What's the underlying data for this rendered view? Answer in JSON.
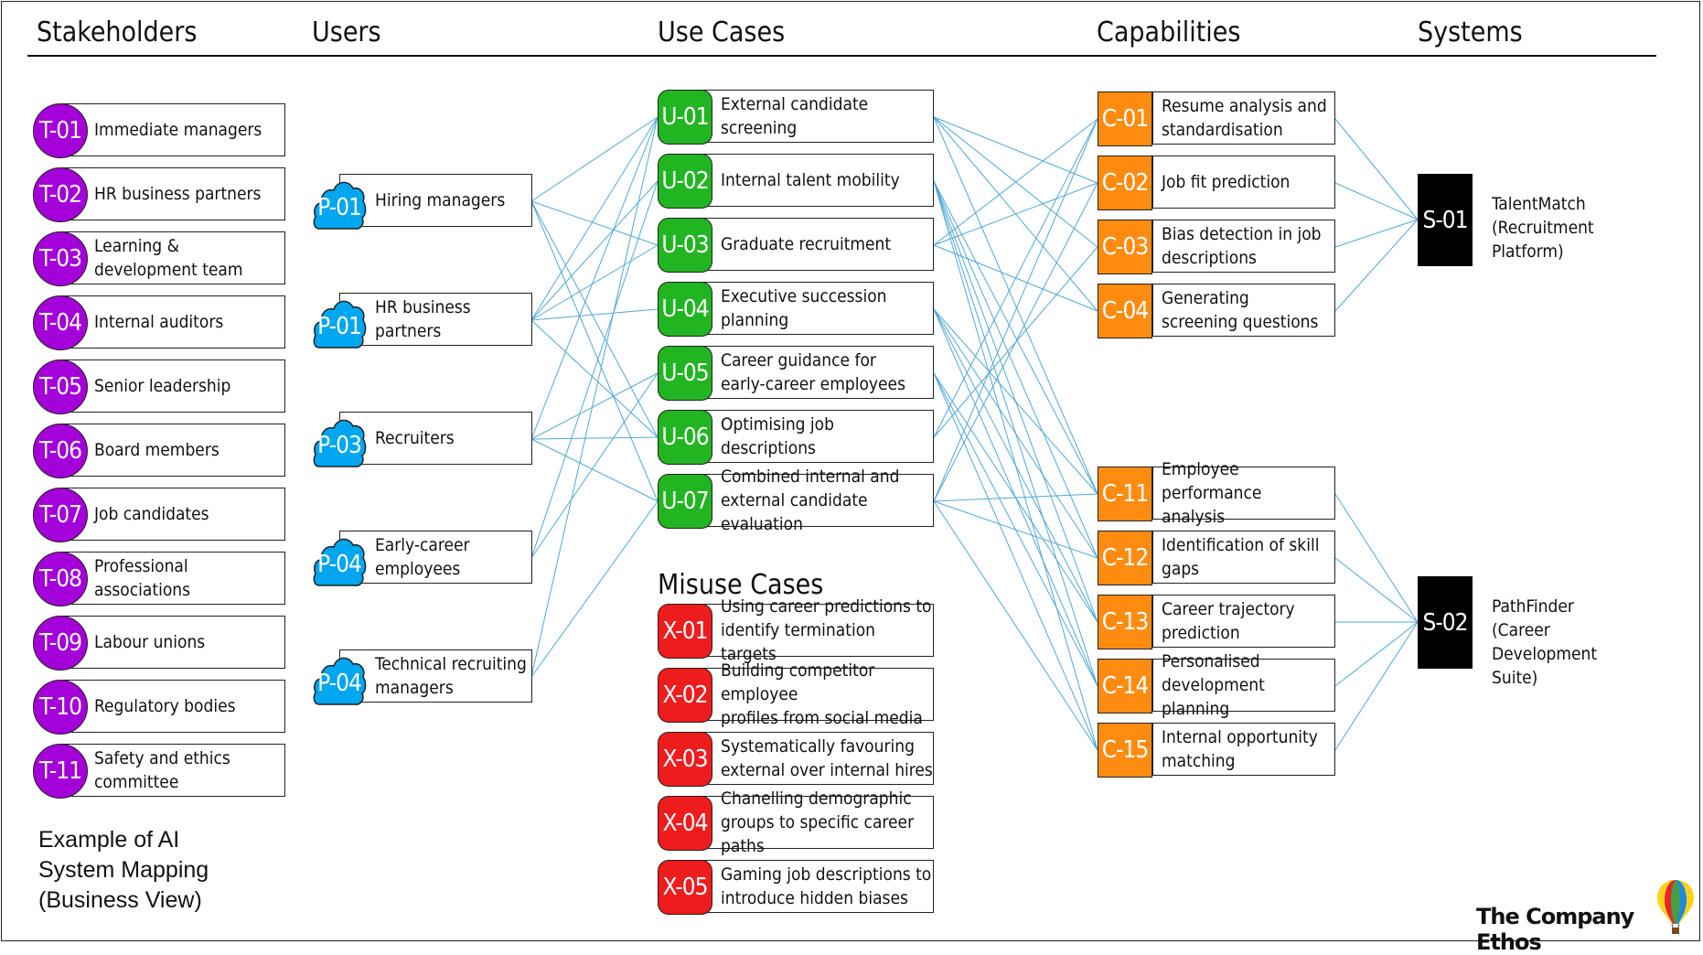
{
  "headers": {
    "stakeholders": "Stakeholders",
    "users": "Users",
    "use_cases": "Use Cases",
    "capabilities": "Capabilities",
    "systems": "Systems",
    "misuse_cases": "Misuse Cases"
  },
  "stakeholders": [
    {
      "id": "T-01",
      "label": "Immediate managers"
    },
    {
      "id": "T-02",
      "label": "HR business partners"
    },
    {
      "id": "T-03",
      "label": "Learning &\ndevelopment team"
    },
    {
      "id": "T-04",
      "label": "Internal auditors"
    },
    {
      "id": "T-05",
      "label": "Senior leadership"
    },
    {
      "id": "T-06",
      "label": "Board members"
    },
    {
      "id": "T-07",
      "label": "Job candidates"
    },
    {
      "id": "T-08",
      "label": "Professional\nassociations"
    },
    {
      "id": "T-09",
      "label": "Labour unions"
    },
    {
      "id": "T-10",
      "label": "Regulatory bodies"
    },
    {
      "id": "T-11",
      "label": "Safety and ethics\ncommittee"
    }
  ],
  "users": [
    {
      "id": "P-01",
      "label": "Hiring managers"
    },
    {
      "id": "P-01",
      "label": "HR business partners"
    },
    {
      "id": "P-03",
      "label": "Recruiters"
    },
    {
      "id": "P-04",
      "label": "Early-career\nemployees"
    },
    {
      "id": "P-04",
      "label": "Technical recruiting\nmanagers"
    }
  ],
  "use_cases": [
    {
      "id": "U-01",
      "label": "External candidate\nscreening"
    },
    {
      "id": "U-02",
      "label": "Internal talent mobility"
    },
    {
      "id": "U-03",
      "label": "Graduate recruitment"
    },
    {
      "id": "U-04",
      "label": "Executive succession\nplanning"
    },
    {
      "id": "U-05",
      "label": "Career guidance for\nearly-career employees"
    },
    {
      "id": "U-06",
      "label": "Optimising job descriptions"
    },
    {
      "id": "U-07",
      "label": "Combined internal and\nexternal candidate evaluation"
    }
  ],
  "misuse_cases": [
    {
      "id": "X-01",
      "label": "Using career predictions to\nidentify termination targets"
    },
    {
      "id": "X-02",
      "label": "Building competitor employee\nprofiles from social media"
    },
    {
      "id": "X-03",
      "label": "Systematically favouring\nexternal over internal hires"
    },
    {
      "id": "X-04",
      "label": "Chanelling demographic\ngroups to specific career paths"
    },
    {
      "id": "X-05",
      "label": "Gaming job descriptions to\nintroduce hidden biases"
    }
  ],
  "capabilities": [
    {
      "id": "C-01",
      "label": "Resume analysis and\nstandardisation"
    },
    {
      "id": "C-02",
      "label": "Job fit prediction"
    },
    {
      "id": "C-03",
      "label": "Bias detection in job\ndescriptions"
    },
    {
      "id": "C-04",
      "label": "Generating\nscreening questions"
    },
    {
      "id": "C-11",
      "label": "Employee performance\nanalysis"
    },
    {
      "id": "C-12",
      "label": "Identification of skill\ngaps"
    },
    {
      "id": "C-13",
      "label": "Career trajectory\nprediction"
    },
    {
      "id": "C-14",
      "label": "Personalised\ndevelopment planning"
    },
    {
      "id": "C-15",
      "label": "Internal opportunity\nmatching"
    }
  ],
  "systems": [
    {
      "id": "S-01",
      "label": "TalentMatch\n(Recruitment Platform)"
    },
    {
      "id": "S-02",
      "label": "PathFinder\n(Career Development Suite)"
    }
  ],
  "caption": "Example of AI\nSystem Mapping\n(Business View)",
  "brand": "The Company Ethos",
  "colors": {
    "stakeholder": "#a400d9",
    "user": "#00a6f0",
    "use_case": "#22b522",
    "misuse_case": "#ee1c1c",
    "capability": "#ff8c10",
    "system": "#000000",
    "link": "#4fa8d8"
  }
}
